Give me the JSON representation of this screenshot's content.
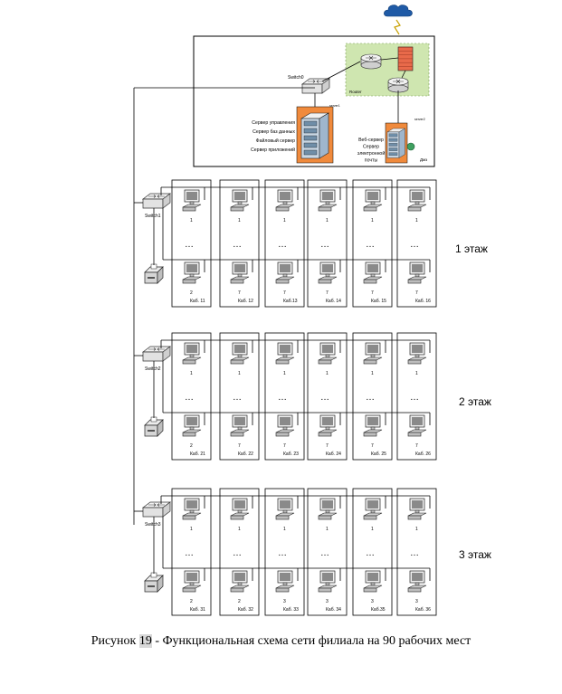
{
  "colors": {
    "line": "#000000",
    "server_fill": "#f08a3c",
    "router_zone": "#cfe6b0",
    "cloud": "#1f5aa6",
    "firewall": "#e86a4a"
  },
  "server_room": {
    "switch_label": "Switch0",
    "router_zone_label": "Router",
    "server_list": [
      "Сервер управления",
      "Сервер баз данных",
      "Файловый сервер",
      "Сервер приложений"
    ],
    "server_tag": "server1",
    "web_server_lines": [
      "Веб-сервер",
      "Сервер",
      "электронной",
      "почты"
    ],
    "web_server_tag": "server2",
    "dmz_label": "Дмз"
  },
  "floors": [
    {
      "switch_label": "Switch1",
      "floor_label": "1 этаж",
      "rooms": [
        {
          "top": "1",
          "bottom": "2",
          "name": "Каб. 11"
        },
        {
          "top": "1",
          "bottom": "7",
          "name": "Каб. 12"
        },
        {
          "top": "1",
          "bottom": "7",
          "name": "Каб.13"
        },
        {
          "top": "1",
          "bottom": "7",
          "name": "Каб. 14"
        },
        {
          "top": "1",
          "bottom": "7",
          "name": "Каб. 15"
        },
        {
          "top": "1",
          "bottom": "7",
          "name": "Каб. 16"
        }
      ]
    },
    {
      "switch_label": "Switch2",
      "floor_label": "2 этаж",
      "rooms": [
        {
          "top": "1",
          "bottom": "2",
          "name": "Каб. 21"
        },
        {
          "top": "1",
          "bottom": "7",
          "name": "Каб. 22"
        },
        {
          "top": "1",
          "bottom": "7",
          "name": "Каб. 23"
        },
        {
          "top": "1",
          "bottom": "7",
          "name": "Каб. 24"
        },
        {
          "top": "1",
          "bottom": "7",
          "name": "Каб. 25"
        },
        {
          "top": "1",
          "bottom": "7",
          "name": "Каб. 26"
        }
      ]
    },
    {
      "switch_label": "Switch3",
      "floor_label": "3 этаж",
      "rooms": [
        {
          "top": "1",
          "bottom": "2",
          "name": "Каб. 31"
        },
        {
          "top": "1",
          "bottom": "2",
          "name": "Каб. 32"
        },
        {
          "top": "1",
          "bottom": "3",
          "name": "Каб. 33"
        },
        {
          "top": "1",
          "bottom": "3",
          "name": "Каб. 34"
        },
        {
          "top": "1",
          "bottom": "3",
          "name": "Каб.35"
        },
        {
          "top": "1",
          "bottom": "3",
          "name": "Каб. 36"
        }
      ]
    }
  ],
  "dots": "…",
  "caption": {
    "prefix": "Рисунок ",
    "number": "19",
    "text": " - Функциональная схема сети филиала на 90 рабочих мест"
  }
}
